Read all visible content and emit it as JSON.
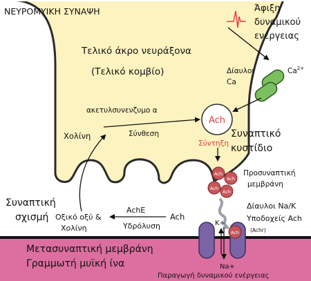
{
  "title": "ΝΕΥΡΟΜΥΙΚΗ ΣΥΝΑΨΗ",
  "labels": {
    "arrival_line1": "Άφιξη",
    "arrival_line2": "δυναμικού",
    "arrival_line3": "ενέργειας",
    "terminal_line1": "Τελικό άκρο νευράξονα",
    "terminal_line2": "(Τελικό κομβίο)",
    "ca_channels_line1": "Δίαυλοι",
    "ca_channels_line2": "Ca",
    "ca_ion": "Ca",
    "ca_superscript": "2+",
    "enzyme": "ακετυλσυνενζυμο α",
    "synthesis": "Σύνθεση",
    "choline": "Χολίνη",
    "ach": "Ach",
    "packaging": "Σύντηξη",
    "vesicle_line1": "Συναπτικό",
    "vesicle_line2": "κυστίδιο",
    "presynaptic_line1": "Προσυναπτική",
    "presynaptic_line2": "μεμβράνη",
    "cleft_line1": "Συναπτική",
    "cleft_line2": "σχισμή",
    "achE": "AchE",
    "hydrolysis": "Υδρόλυση",
    "products_line1": "Οξικό οξύ &",
    "products_line2": "Χολίνη",
    "na_k_channels": "Δίαυλοι Na/K",
    "ach_receptors": "Υποδοχείς Ach",
    "achr": "(Achr)",
    "k_plus": "K+",
    "na_plus": "Na+",
    "postsynaptic": "Μετασυναπτική μεμβράνη",
    "muscle_fiber": "Γραμμωτή μυϊκή ίνα",
    "action_potential": "Παραγωγή δυναμικού ενέργειας"
  },
  "colors": {
    "terminal_fill": "#fdf3c0",
    "terminal_stroke": "#2a2a2a",
    "muscle_fill": "#dd6fa0",
    "vesicle_fill": "#c9555a",
    "ca_channel": "#7bbf5f",
    "na_k_channel": "#7a64a6",
    "accent_red": "#e34040"
  },
  "icons": [
    "spike-icon",
    "diagonal-arrow-icon",
    "wavy-arrow-icon"
  ]
}
